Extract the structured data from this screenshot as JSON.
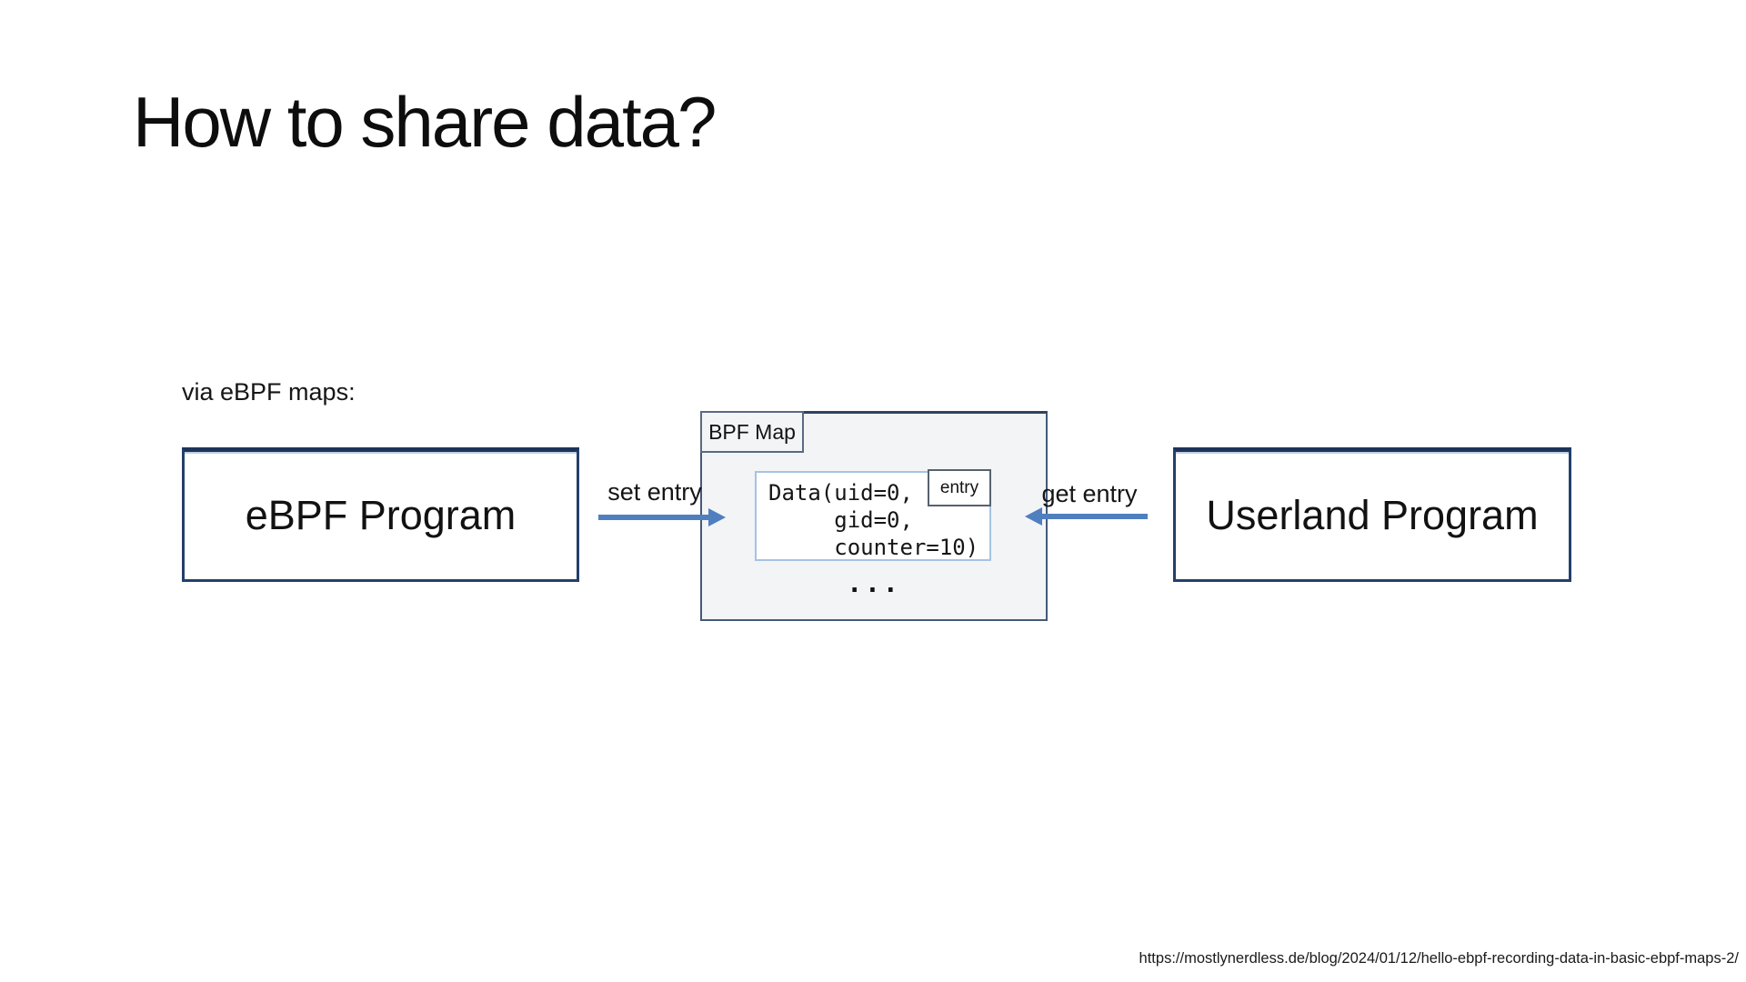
{
  "slide": {
    "title": "How to share data?",
    "lead_in": "via eBPF maps:",
    "source_url": "https://mostlynerdless.de/blog/2024/01/12/hello-ebpf-recording-data-in-basic-ebpf-maps-2/"
  },
  "diagram": {
    "ebpf_box_label": "eBPF Program",
    "userland_box_label": "Userland Program",
    "map": {
      "tab_label": "BPF Map",
      "entry_code": "Data(uid=0,\n     gid=0,\n     counter=10)",
      "entry_tag_label": "entry",
      "more_indicator": "..."
    },
    "set_arrow_label": "set entry",
    "get_arrow_label": "get entry"
  },
  "colors": {
    "arrow_blue": "#4f7fbf",
    "program_box_border": "#24406b",
    "map_fill": "#f3f4f6",
    "map_border": "#44597a",
    "entry_box_border": "#a6c3e2",
    "background": "#ffffff"
  }
}
